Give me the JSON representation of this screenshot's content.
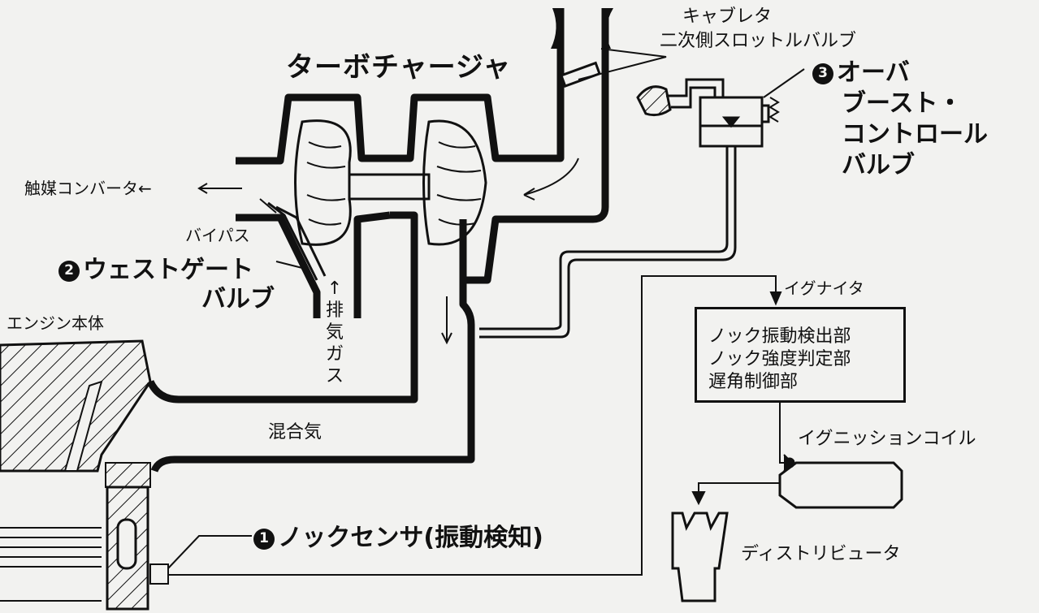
{
  "labels": {
    "turbo": "ターボチャージャ",
    "carb": "キャブレタ",
    "throttle": "二次側スロットルバルブ",
    "ob_num": "3",
    "ob_line1": "オーバ",
    "ob_line2": "ブースト・",
    "ob_line3": "コントロール",
    "ob_line4": "バルブ",
    "catalyst": "触媒コンバータ←",
    "bypass": "バイパス",
    "wg_num": "2",
    "wg_line1": "ウェストゲート",
    "wg_line2": "バルブ",
    "engine": "エンジン本体",
    "exhaust": [
      "↑",
      "排",
      "気",
      "ガ",
      "ス"
    ],
    "mixture": "混合気",
    "igniter": "イグナイタ",
    "igniter_box": [
      "ノック振動検出部",
      "ノック強度判定部",
      "遅角制御部"
    ],
    "coil": "イグニッションコイル",
    "knock_num": "1",
    "knock": "ノックセンサ(振動検知)",
    "distributor": "ディストリビュータ"
  }
}
